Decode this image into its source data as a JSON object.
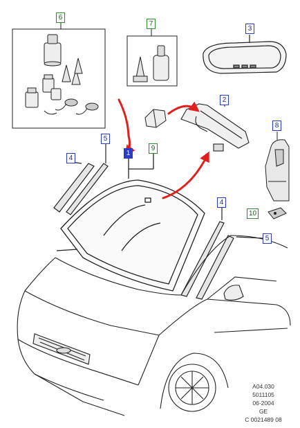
{
  "callouts": {
    "c1": "1",
    "c2": "2",
    "c3": "3",
    "c4a": "4",
    "c4b": "4",
    "c5a": "5",
    "c5b": "5",
    "c6": "6",
    "c7": "7",
    "c8": "8",
    "c9": "9",
    "c10": "10"
  },
  "colors": {
    "callout_blue": "#2a3bc8",
    "callout_green": "#2e8b2e",
    "annotation_red": "#e0201c",
    "line_art": "#222222"
  },
  "reference": {
    "line1": "A04.030",
    "line2": "5011105",
    "line3": "06-2004",
    "line4": "GE",
    "line5": "C 0021489 08"
  }
}
